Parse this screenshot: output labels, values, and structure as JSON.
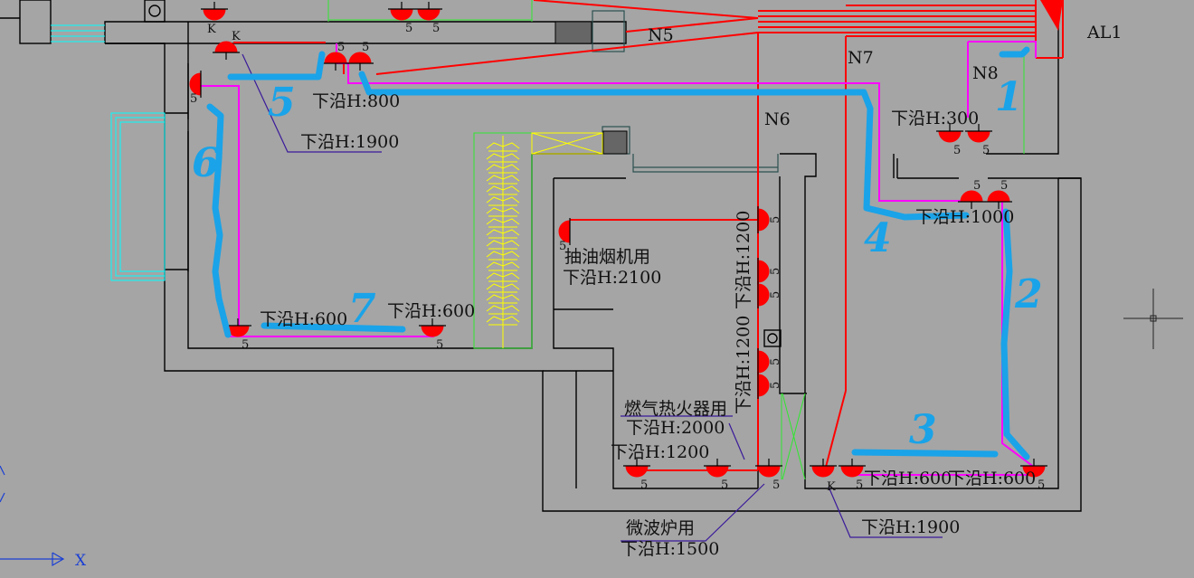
{
  "circuits": {
    "n5": "N5",
    "n6": "N6",
    "n7": "N7",
    "n8": "N8"
  },
  "panel": "AL1",
  "socket_mark": "5",
  "switch_mark": "K",
  "labels": {
    "h800": "下沿H:800",
    "h1900_top": "下沿H:1900",
    "h300": "下沿H:300",
    "h1000": "下沿H:1000",
    "hood_use": "抽油烟机用",
    "h2100": "下沿H:2100",
    "h1200_a": "下沿H:1200",
    "h1200_b": "下沿H:1200",
    "h600_a": "下沿H:600",
    "h600_b": "下沿H:600",
    "heater_use": "燃气热火器用",
    "h2000": "下沿H:2000",
    "h1200_c": "下沿H:1200",
    "h600_c": "下沿H:600",
    "h600_d": "下沿H:600",
    "microwave_use": "微波炉用",
    "h1500": "下沿H:1500",
    "h1900_bottom": "下沿H:1900"
  },
  "annotations": {
    "n1": "1",
    "n2": "2",
    "n3": "3",
    "n4": "4",
    "n5": "5",
    "n6": "6",
    "n7": "7"
  },
  "axis": {
    "x": "X"
  },
  "colors": {
    "background": "#a5a5a5",
    "wall": "#000000",
    "wiring": "#ff0000",
    "route": "#ff00ff",
    "highlight": "#1aa3e8",
    "appliance": "#ffff00",
    "window": "#00ffff"
  }
}
